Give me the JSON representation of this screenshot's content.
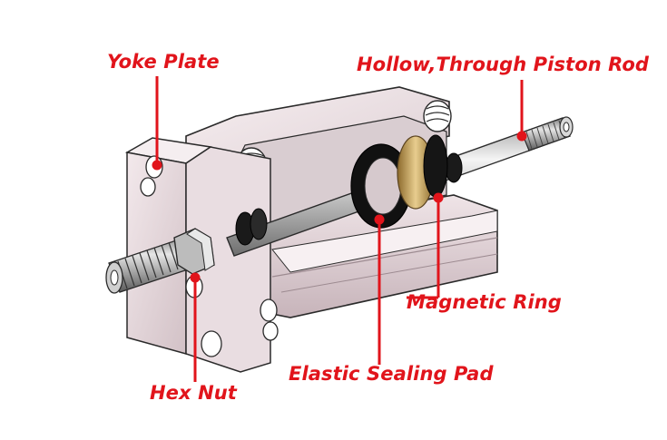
{
  "labels": {
    "yoke_plate": "Yoke Plate",
    "piston_rod": "Hollow,Through Piston Rod",
    "magnetic_ring": "Magnetic Ring",
    "sealing_pad": "Elastic Sealing Pad",
    "hex_nut": "Hex Nut"
  },
  "colors": {
    "callout": "#e1141b",
    "body_light": "#f0e6ea",
    "body_mid": "#d8c9ce",
    "body_dark": "#a8969c",
    "steel": "#c8c8c8",
    "outline": "#2a2a2a",
    "seal": "#1a1a1a",
    "brass": "#c9a766"
  }
}
